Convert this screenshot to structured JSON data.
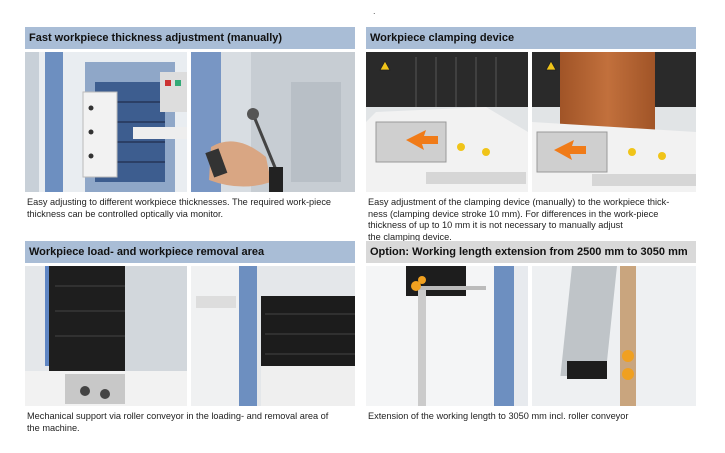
{
  "page": {
    "marker": "."
  },
  "panels": [
    {
      "title": "Fast workpiece thickness adjustment (manually)",
      "caption": [
        "Easy adjusting to different workpiece thicknesses. The required work-piece",
        "thickness can be controlled optically via monitor."
      ]
    },
    {
      "title": "Workpiece clamping device",
      "caption": [
        "Easy adjustment of the clamping device (manually) to the workpiece thick-",
        "ness (clamping device stroke 10 mm). For differences in the work-piece",
        "thickness of up to 10 mm it is not necessary to manually adjust",
        "the clamping device."
      ]
    },
    {
      "title": "Workpiece load- and workpiece removal area",
      "caption": [
        "Mechanical support via roller conveyor in the loading- and removal area of",
        "the machine."
      ]
    },
    {
      "title": "Option: Working length extension from 2500 mm to 3050 mm",
      "caption": [
        "Extension of the working length to 3050 mm incl. roller conveyor"
      ]
    }
  ],
  "colors": {
    "header_blue": "#a9bdd6",
    "header_grey": "#d9d9d9",
    "machine_blue": "#6d8fc0"
  },
  "icons": [
    "warning-triangle-icon",
    "arrow-icon"
  ]
}
